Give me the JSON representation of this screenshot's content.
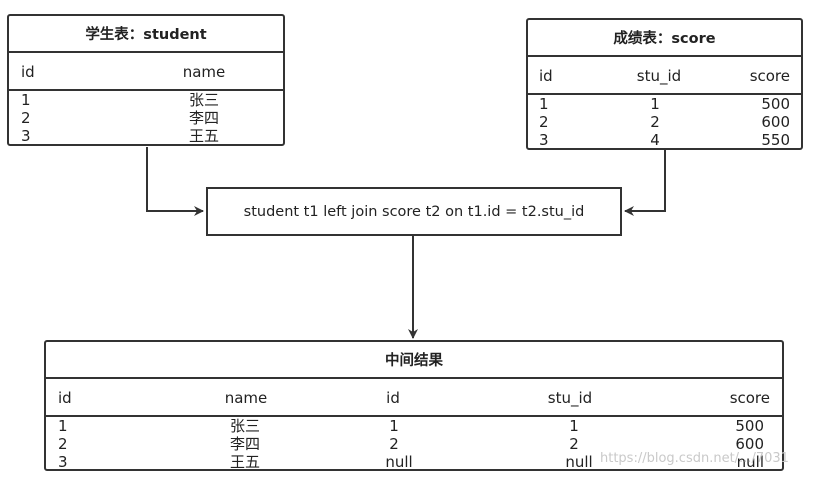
{
  "student_table": {
    "title": "学生表：student",
    "columns": [
      "id",
      "name"
    ],
    "rows": [
      [
        "1",
        "张三"
      ],
      [
        "2",
        "李四"
      ],
      [
        "3",
        "王五"
      ]
    ]
  },
  "score_table": {
    "title": "成绩表：score",
    "columns": [
      "id",
      "stu_id",
      "score"
    ],
    "rows": [
      [
        "1",
        "1",
        "500"
      ],
      [
        "2",
        "2",
        "600"
      ],
      [
        "3",
        "4",
        "550"
      ]
    ]
  },
  "join_box": {
    "text": "student t1 left join score t2 on t1.id = t2.stu_id"
  },
  "result_table": {
    "title": "中间结果",
    "columns": [
      "id",
      "name",
      "id",
      "stu_id",
      "score"
    ],
    "rows": [
      [
        "1",
        "张三",
        "1",
        "1",
        "500"
      ],
      [
        "2",
        "李四",
        "2",
        "2",
        "600"
      ],
      [
        "3",
        "王五",
        "null",
        "null",
        "null"
      ]
    ]
  },
  "watermark": "https://blog.csdn.net/.../7031",
  "colors": {
    "border": "#333333",
    "text": "#222222",
    "watermark": "#c9c9c9"
  }
}
